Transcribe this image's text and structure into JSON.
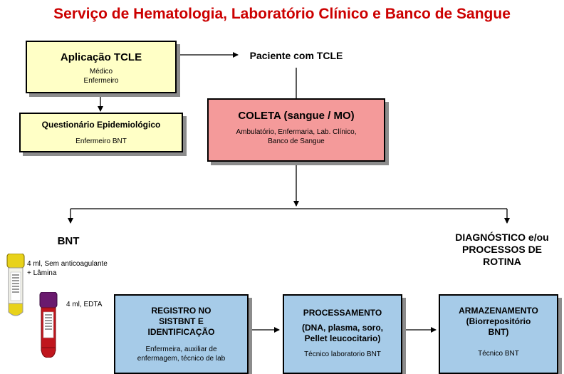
{
  "title": "Serviço de Hematologia, Laboratório Clínico e Banco de Sangue",
  "boxes": {
    "tcle": {
      "title": "Aplicação TCLE",
      "line1": "Médico",
      "line2": "Enfermeiro"
    },
    "questionario": {
      "title": "Questionário Epidemiológico",
      "sub": "Enfermeiro BNT"
    },
    "coleta": {
      "title": "COLETA (sangue / MO)",
      "line1": "Ambulatório, Enfermaria, Lab. Clínico,",
      "line2": "Banco de Sangue"
    },
    "registro": {
      "title1": "REGISTRO NO",
      "title2": "SISTBNT E",
      "title3": "IDENTIFICAÇÃO",
      "line1": "Enfermeira, auxiliar de",
      "line2": "enfermagem, técnico de lab"
    },
    "processamento": {
      "title1": "PROCESSAMENTO",
      "detail1": "(DNA, plasma, soro,",
      "detail2": "Pellet leucocitario)",
      "sub": "Técnico laboratorio BNT"
    },
    "armazenamento": {
      "title1": "ARMAZENAMENTO",
      "title2": "(Biorrepositório",
      "title3": "BNT)",
      "sub": "Técnico  BNT"
    }
  },
  "labels": {
    "paciente": "Paciente com TCLE",
    "bnt": "BNT",
    "diagnostico1": "DIAGNÓSTICO e/ou",
    "diagnostico2": "PROCESSOS DE",
    "diagnostico3": "ROTINA",
    "tube1_line1": "4 ml, Sem anticoagulante",
    "tube1_line2": "+ Lâmina",
    "tube2": "4 ml, EDTA"
  },
  "colors": {
    "title": "#cc0000",
    "yellow_box": "#ffffc6",
    "pink_box": "#f49a9a",
    "blue_box": "#a6cbe8",
    "tube_cap_yellow": "#e8d21a",
    "tube_cap_purple": "#6a1a6e",
    "blood": "#c0161d"
  }
}
